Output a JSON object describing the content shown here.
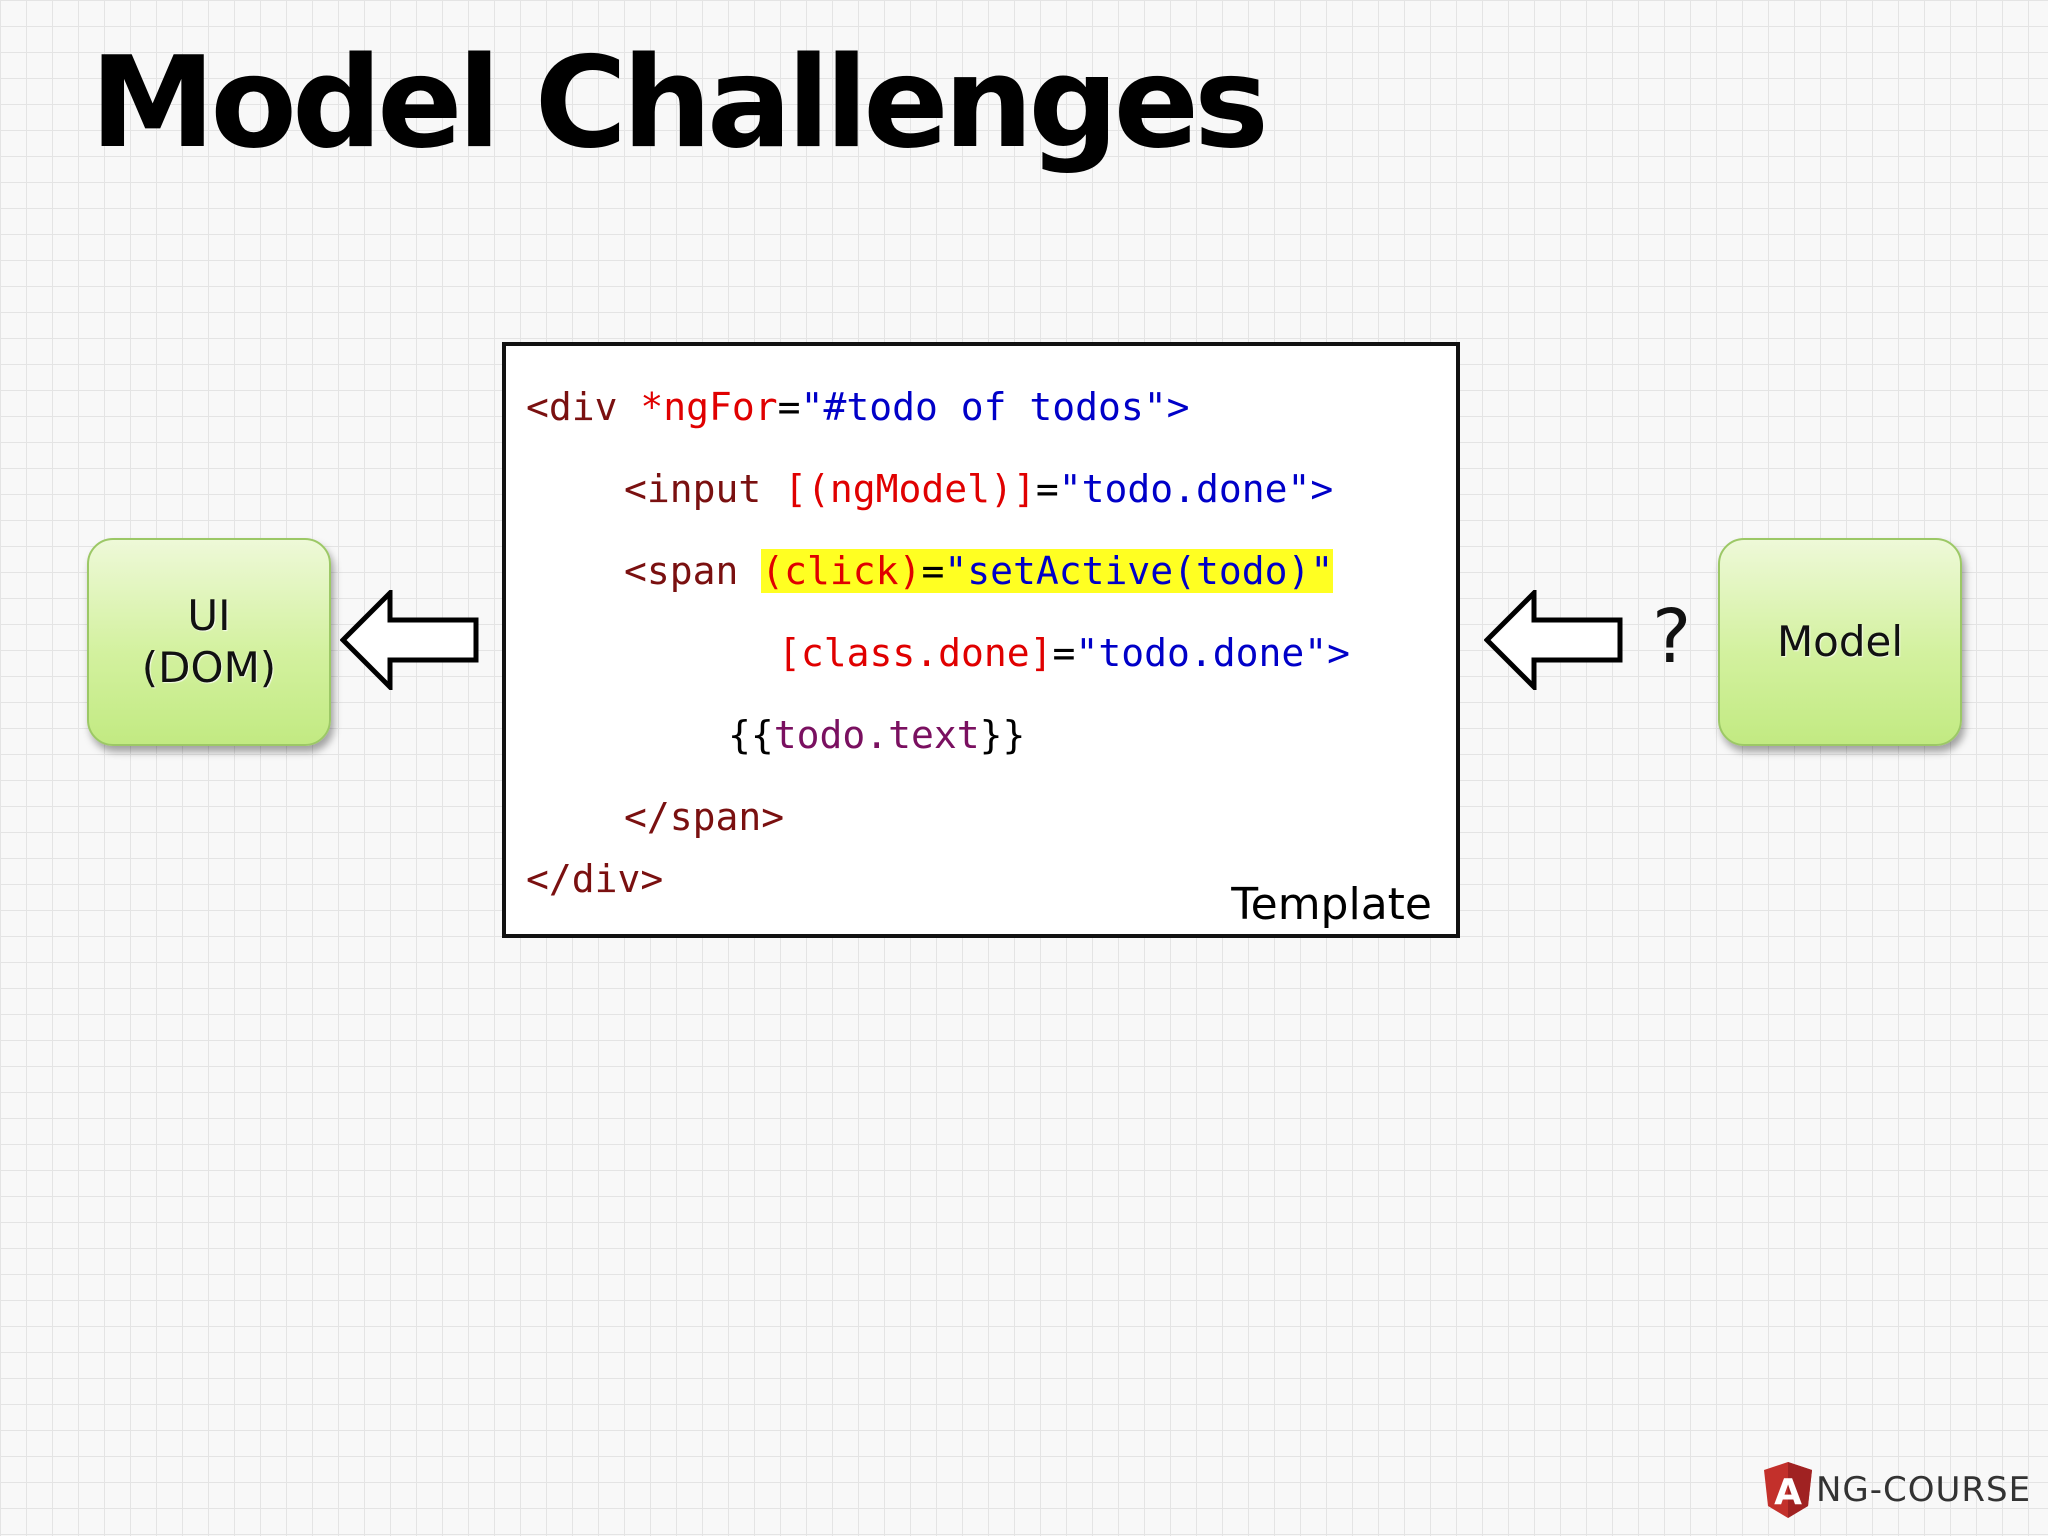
{
  "slide": {
    "title": "Model Challenges"
  },
  "nodes": {
    "ui_line1": "UI",
    "ui_line2": "(DOM)",
    "model": "Model"
  },
  "question_mark": "?",
  "template": {
    "label": "Template",
    "lines": [
      [
        {
          "t": "<div ",
          "c": "tag"
        },
        {
          "t": "*ngFor",
          "c": "attr"
        },
        {
          "t": "=",
          "c": "plain"
        },
        {
          "t": "\"#todo of todos\"",
          "c": "str"
        },
        {
          "t": ">",
          "c": "str"
        }
      ],
      [
        {
          "t": "<input ",
          "c": "tag"
        },
        {
          "t": "[(ngModel)]",
          "c": "attr"
        },
        {
          "t": "=",
          "c": "plain"
        },
        {
          "t": "\"todo.done\"",
          "c": "str"
        },
        {
          "t": ">",
          "c": "str"
        }
      ],
      [
        {
          "t": "<span ",
          "c": "tag"
        },
        {
          "t": "(click)",
          "c": "attr",
          "hl": true
        },
        {
          "t": "=",
          "c": "plain",
          "hl": true
        },
        {
          "t": "\"setActive(todo)\"",
          "c": "str",
          "hl": true
        }
      ],
      [
        {
          "t": "[class.done]",
          "c": "attr"
        },
        {
          "t": "=",
          "c": "plain"
        },
        {
          "t": "\"todo.done\"",
          "c": "str"
        },
        {
          "t": ">",
          "c": "str"
        }
      ],
      [
        {
          "t": "{{",
          "c": "plain"
        },
        {
          "t": "todo.text",
          "c": "var"
        },
        {
          "t": "}}",
          "c": "plain"
        }
      ],
      [
        {
          "t": "</span>",
          "c": "tag"
        }
      ],
      [
        {
          "t": "</div>",
          "c": "tag"
        }
      ]
    ]
  },
  "logo": {
    "text": "NG-COURSE",
    "letter": "A",
    "colors": {
      "shield": "#c3302b",
      "shield_dark": "#a02222"
    }
  }
}
